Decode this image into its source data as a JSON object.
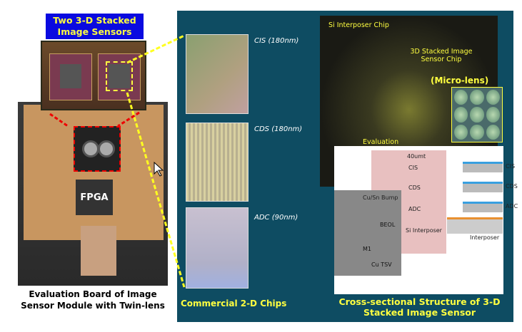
{
  "left": {
    "title": "Two 3-D Stacked Image Sensors",
    "fpga_label": "FPGA",
    "caption": "Evaluation Board of Image Sensor Module with Twin-lens"
  },
  "chips": {
    "items": [
      {
        "label": "CIS (180nm)"
      },
      {
        "label": "CDS (180nm)"
      },
      {
        "label": "ADC (90nm)"
      }
    ],
    "caption": "Commercial 2-D Chips"
  },
  "stack_photo": {
    "interposer_label": "Si Interposer Chip",
    "sensor_label": "3D Stacked Image Sensor Chip",
    "microlens_label": "(Micro-lens)",
    "partial_label": "Evaluation"
  },
  "cross_section": {
    "thickness": "40umt",
    "layers": [
      "CIS",
      "CDS",
      "ADC",
      "Si Interposer"
    ],
    "sem_labels": [
      "Cu/Sn Bump",
      "BEOL",
      "M1",
      "Cu TSV"
    ],
    "diagram_labels": [
      "CIS",
      "CDS",
      "ADC",
      "Interposer"
    ],
    "caption": "Cross-sectional Structure of 3-D Stacked Image Sensor"
  },
  "colors": {
    "panel": "#0e4c62",
    "highlight": "#ffff40",
    "title_bg": "#0a0ae0"
  }
}
